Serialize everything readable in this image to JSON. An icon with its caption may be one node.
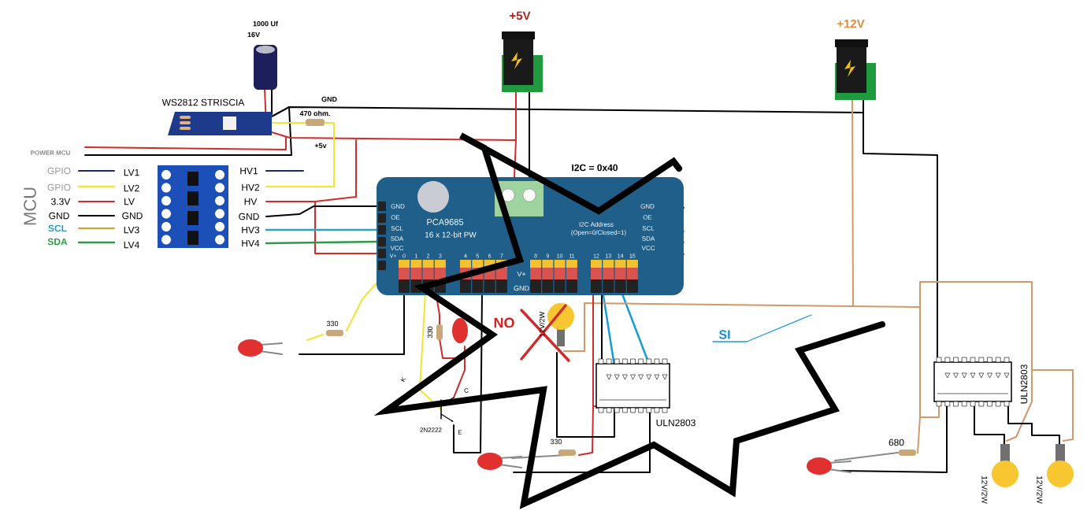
{
  "diagram": {
    "labels": [
      "1000 Uf",
      "16V",
      "+5V",
      "+12V",
      "WS2812 STRISCIA",
      "GND",
      "470 ohm.",
      "+5v",
      "POWER MCU",
      "MCU",
      "GPIO",
      "LV1",
      "HV1",
      "GPIO",
      "LV2",
      "HV2",
      "3.3V",
      "LV",
      "HV",
      "GND",
      "GND",
      "GND",
      "SCL",
      "LV3",
      "HV3",
      "SDA",
      "LV4",
      "HV4",
      "I2C = 0x40",
      "PCA9685",
      "16 x 12-bit PW",
      "I2C Address",
      "(Open=0/Closed=1)",
      "GND",
      "OE",
      "SCL",
      "SDA",
      "VCC",
      "GND",
      "OE",
      "SCL",
      "SDA",
      "VCC",
      "V+",
      "0",
      "1",
      "2",
      "3",
      "4",
      "5",
      "6",
      "7",
      "8",
      "9",
      "10",
      "11",
      "12",
      "13",
      "14",
      "15",
      "V+",
      "GND",
      "330",
      "330",
      "NO",
      "12V/2W",
      "K",
      "C",
      "2N2222",
      "E",
      "ULN2803",
      "330",
      "SI",
      "680",
      "ULN2803",
      "12V/2W",
      "12V/2W"
    ]
  }
}
